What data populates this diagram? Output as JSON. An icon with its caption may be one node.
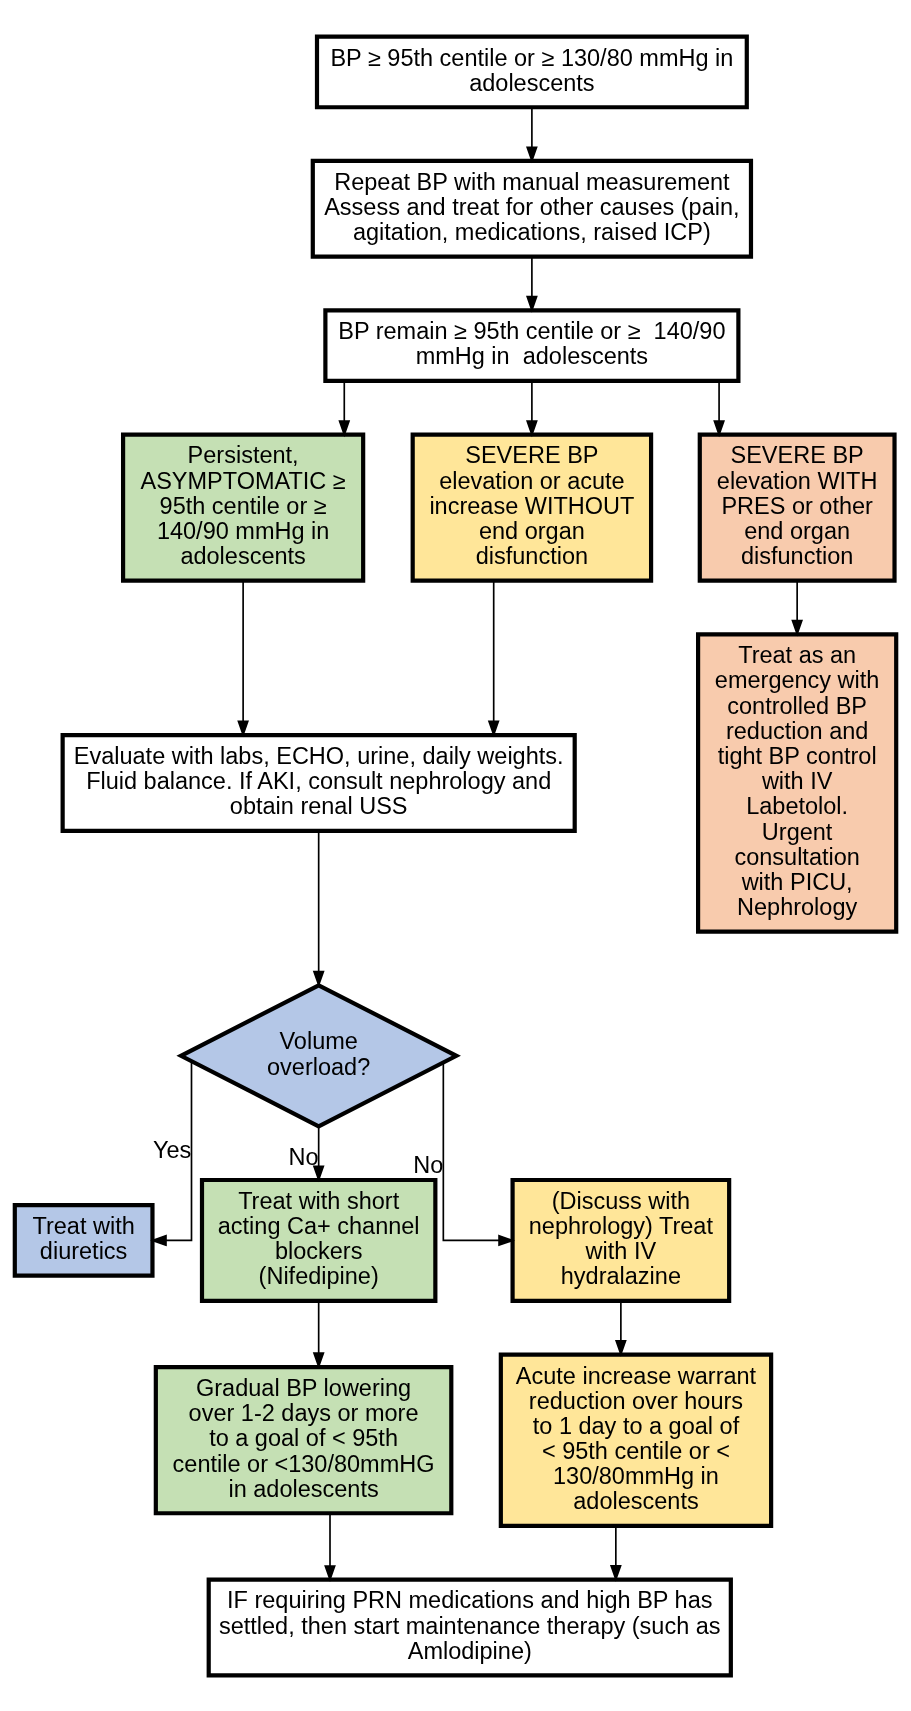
{
  "diagram": {
    "nodes": [
      {
        "text": [
          "BP ≥ 95th centile or ≥ 130/80 mmHg in adolescents"
        ]
      },
      {
        "text": [
          "Repeat BP with manual measurement",
          "Assess and treat for other causes (pain, agitation, medications, raised ICP)"
        ]
      },
      {
        "text": [
          "BP remain ≥ 95th centile or ≥  140/90 mmHg in  adolescents"
        ]
      },
      {
        "text": [
          "Persistent, ASYMPTOMATIC ≥ 95th centile or ≥ 140/90 mmHg in adolescents"
        ]
      },
      {
        "text": [
          "SEVERE BP elevation or acute increase WITHOUT end organ disfunction"
        ]
      },
      {
        "text": [
          "SEVERE BP elevation WITH PRES or other end organ disfunction"
        ]
      },
      {
        "text": [
          "Evaluate with labs, ECHO, urine, daily weights. Fluid balance. If AKI, consult nephrology and obtain renal USS"
        ]
      },
      {
        "text": [
          "Treat as an emergency with controlled BP reduction and tight BP control with IV Labetolol. Urgent consultation with PICU, Nephrology"
        ]
      },
      {
        "text": [
          "Volume overload?"
        ]
      },
      {
        "text": [
          "Treat with diuretics"
        ]
      },
      {
        "text": [
          "Treat with short acting Ca+ channel blockers (Nifedipine)"
        ]
      },
      {
        "text": [
          "(Discuss with nephrology) Treat with IV hydralazine"
        ]
      },
      {
        "text": [
          "Gradual BP lowering over 1-2 days or more to a goal of < 95th centile or <130/80mmHG in adolescents"
        ]
      },
      {
        "text": [
          "Acute increase warrant reduction over hours to 1 day to a goal of < 95th centile or < 130/80mmHg in adolescents"
        ]
      },
      {
        "text": [
          "IF requiring PRN medications and high BP has settled, then start maintenance therapy (such as Amlodipine)"
        ]
      }
    ],
    "edges": [
      {
        "from": 0,
        "to": 1,
        "arrow": "to"
      },
      {
        "from": 1,
        "to": 2,
        "arrow": "to"
      },
      {
        "from": 2,
        "to": 3,
        "arrow": "to"
      },
      {
        "from": 2,
        "to": 4,
        "arrow": "to"
      },
      {
        "from": 2,
        "to": 5,
        "arrow": "to"
      },
      {
        "from": 3,
        "to": 6,
        "arrow": "to"
      },
      {
        "from": 4,
        "to": 6,
        "arrow": "to"
      },
      {
        "from": 5,
        "to": 7,
        "arrow": "to"
      },
      {
        "from": 6,
        "to": 8,
        "arrow": "to"
      },
      {
        "from": 8,
        "to": 9,
        "label": "Yes",
        "arrow": "to"
      },
      {
        "from": 8,
        "to": 10,
        "label": "No",
        "arrow": "to"
      },
      {
        "from": 8,
        "to": 11,
        "label": "No",
        "arrow": "to"
      },
      {
        "from": 10,
        "to": 12,
        "arrow": "to"
      },
      {
        "from": 11,
        "to": 13,
        "arrow": "to"
      },
      {
        "from": 12,
        "to": 14,
        "arrow": "to"
      },
      {
        "from": 13,
        "to": 14,
        "arrow": "to"
      }
    ]
  }
}
